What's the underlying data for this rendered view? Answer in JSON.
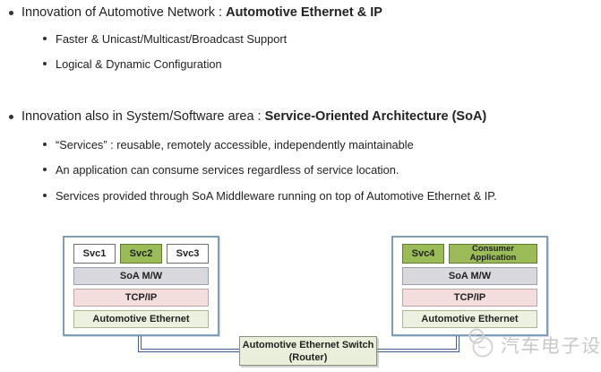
{
  "slide": {
    "bullets": [
      {
        "lead": "Innovation of Automotive Network : ",
        "emphasis": "Automotive Ethernet & IP",
        "sub": [
          "Faster & Unicast/Multicast/Broadcast Support",
          "Logical & Dynamic Configuration"
        ]
      },
      {
        "lead": "Innovation also in System/Software area : ",
        "emphasis": "Service-Oriented Architecture (SoA)",
        "sub": [
          "“Services” : reusable, remotely accessible, independently maintainable",
          "An application can consume services regardless of service location.",
          "Services provided through SoA Middleware running on top of Automotive Ethernet & IP."
        ]
      }
    ]
  },
  "diagram": {
    "left_stack": {
      "services": [
        "Svc1",
        "Svc2",
        "Svc3"
      ],
      "highlighted_service": "Svc2",
      "layers": [
        "SoA M/W",
        "TCP/IP",
        "Automotive Ethernet"
      ]
    },
    "right_stack": {
      "services": [
        "Svc4",
        "Consumer Application"
      ],
      "layers": [
        "SoA M/W",
        "TCP/IP",
        "Automotive Ethernet"
      ]
    },
    "switch": {
      "line1": "Automotive Ethernet Switch",
      "line2": "(Router)"
    }
  },
  "watermark": {
    "text": "汽车电子设计"
  },
  "colors": {
    "service_green": "#9bbb59",
    "soa_gray": "#d8d8de",
    "tcp_pink": "#f4dedd",
    "ethernet_green": "#edf2e0",
    "stack_border_blue": "#7f9db9",
    "connector_blue": "#3a5f8f",
    "switch_fill": "#e9efdb",
    "watermark_gray": "#c9c9c9"
  }
}
